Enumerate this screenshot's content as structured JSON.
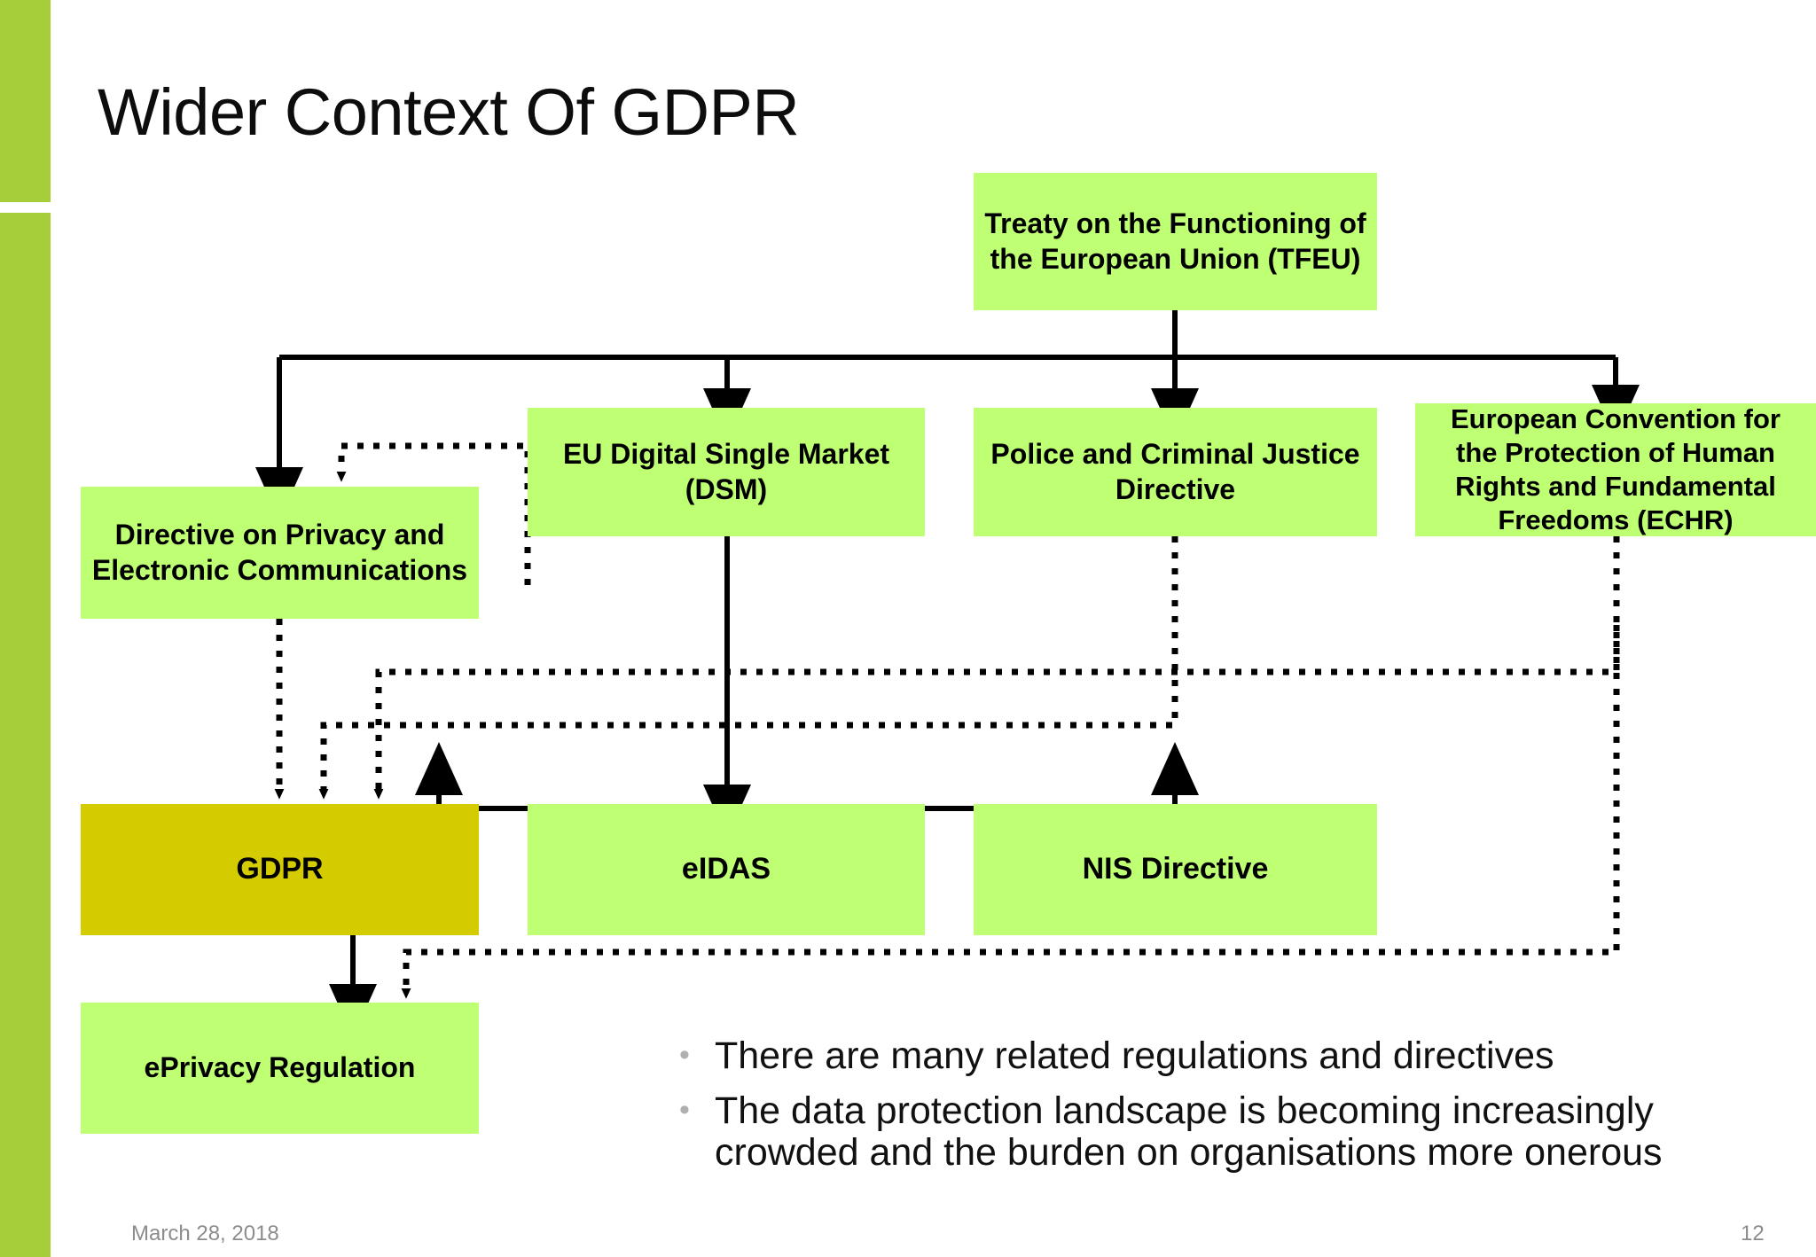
{
  "slide": {
    "title": "Wider Context Of GDPR",
    "date": "March 28, 2018",
    "page_number": "12",
    "accent_color": "#A6CE39",
    "box_color": "#BFFF74",
    "highlight_color": "#D4CC00"
  },
  "diagram": {
    "nodes": [
      {
        "id": "tfeu",
        "label": "Treaty on the Functioning of\nthe European Union (TFEU)"
      },
      {
        "id": "dsm",
        "label": "EU Digital Single Market\n(DSM)"
      },
      {
        "id": "police",
        "label": "Police and Criminal Justice\nDirective"
      },
      {
        "id": "echr",
        "label": "European Convention for\nthe Protection of Human\nRights and Fundamental\nFreedoms (ECHR)"
      },
      {
        "id": "eprivdir",
        "label": "Directive on Privacy and\nElectronic Communications"
      },
      {
        "id": "gdpr",
        "label": "GDPR"
      },
      {
        "id": "eidas",
        "label": "eIDAS"
      },
      {
        "id": "nis",
        "label": "NIS Directive"
      },
      {
        "id": "eprivreg",
        "label": "ePrivacy Regulation"
      }
    ]
  },
  "bullets": [
    "There are many related regulations and directives",
    "The data protection landscape is becoming increasingly crowded and the burden on organisations more onerous"
  ],
  "bullet_glyph": "•"
}
